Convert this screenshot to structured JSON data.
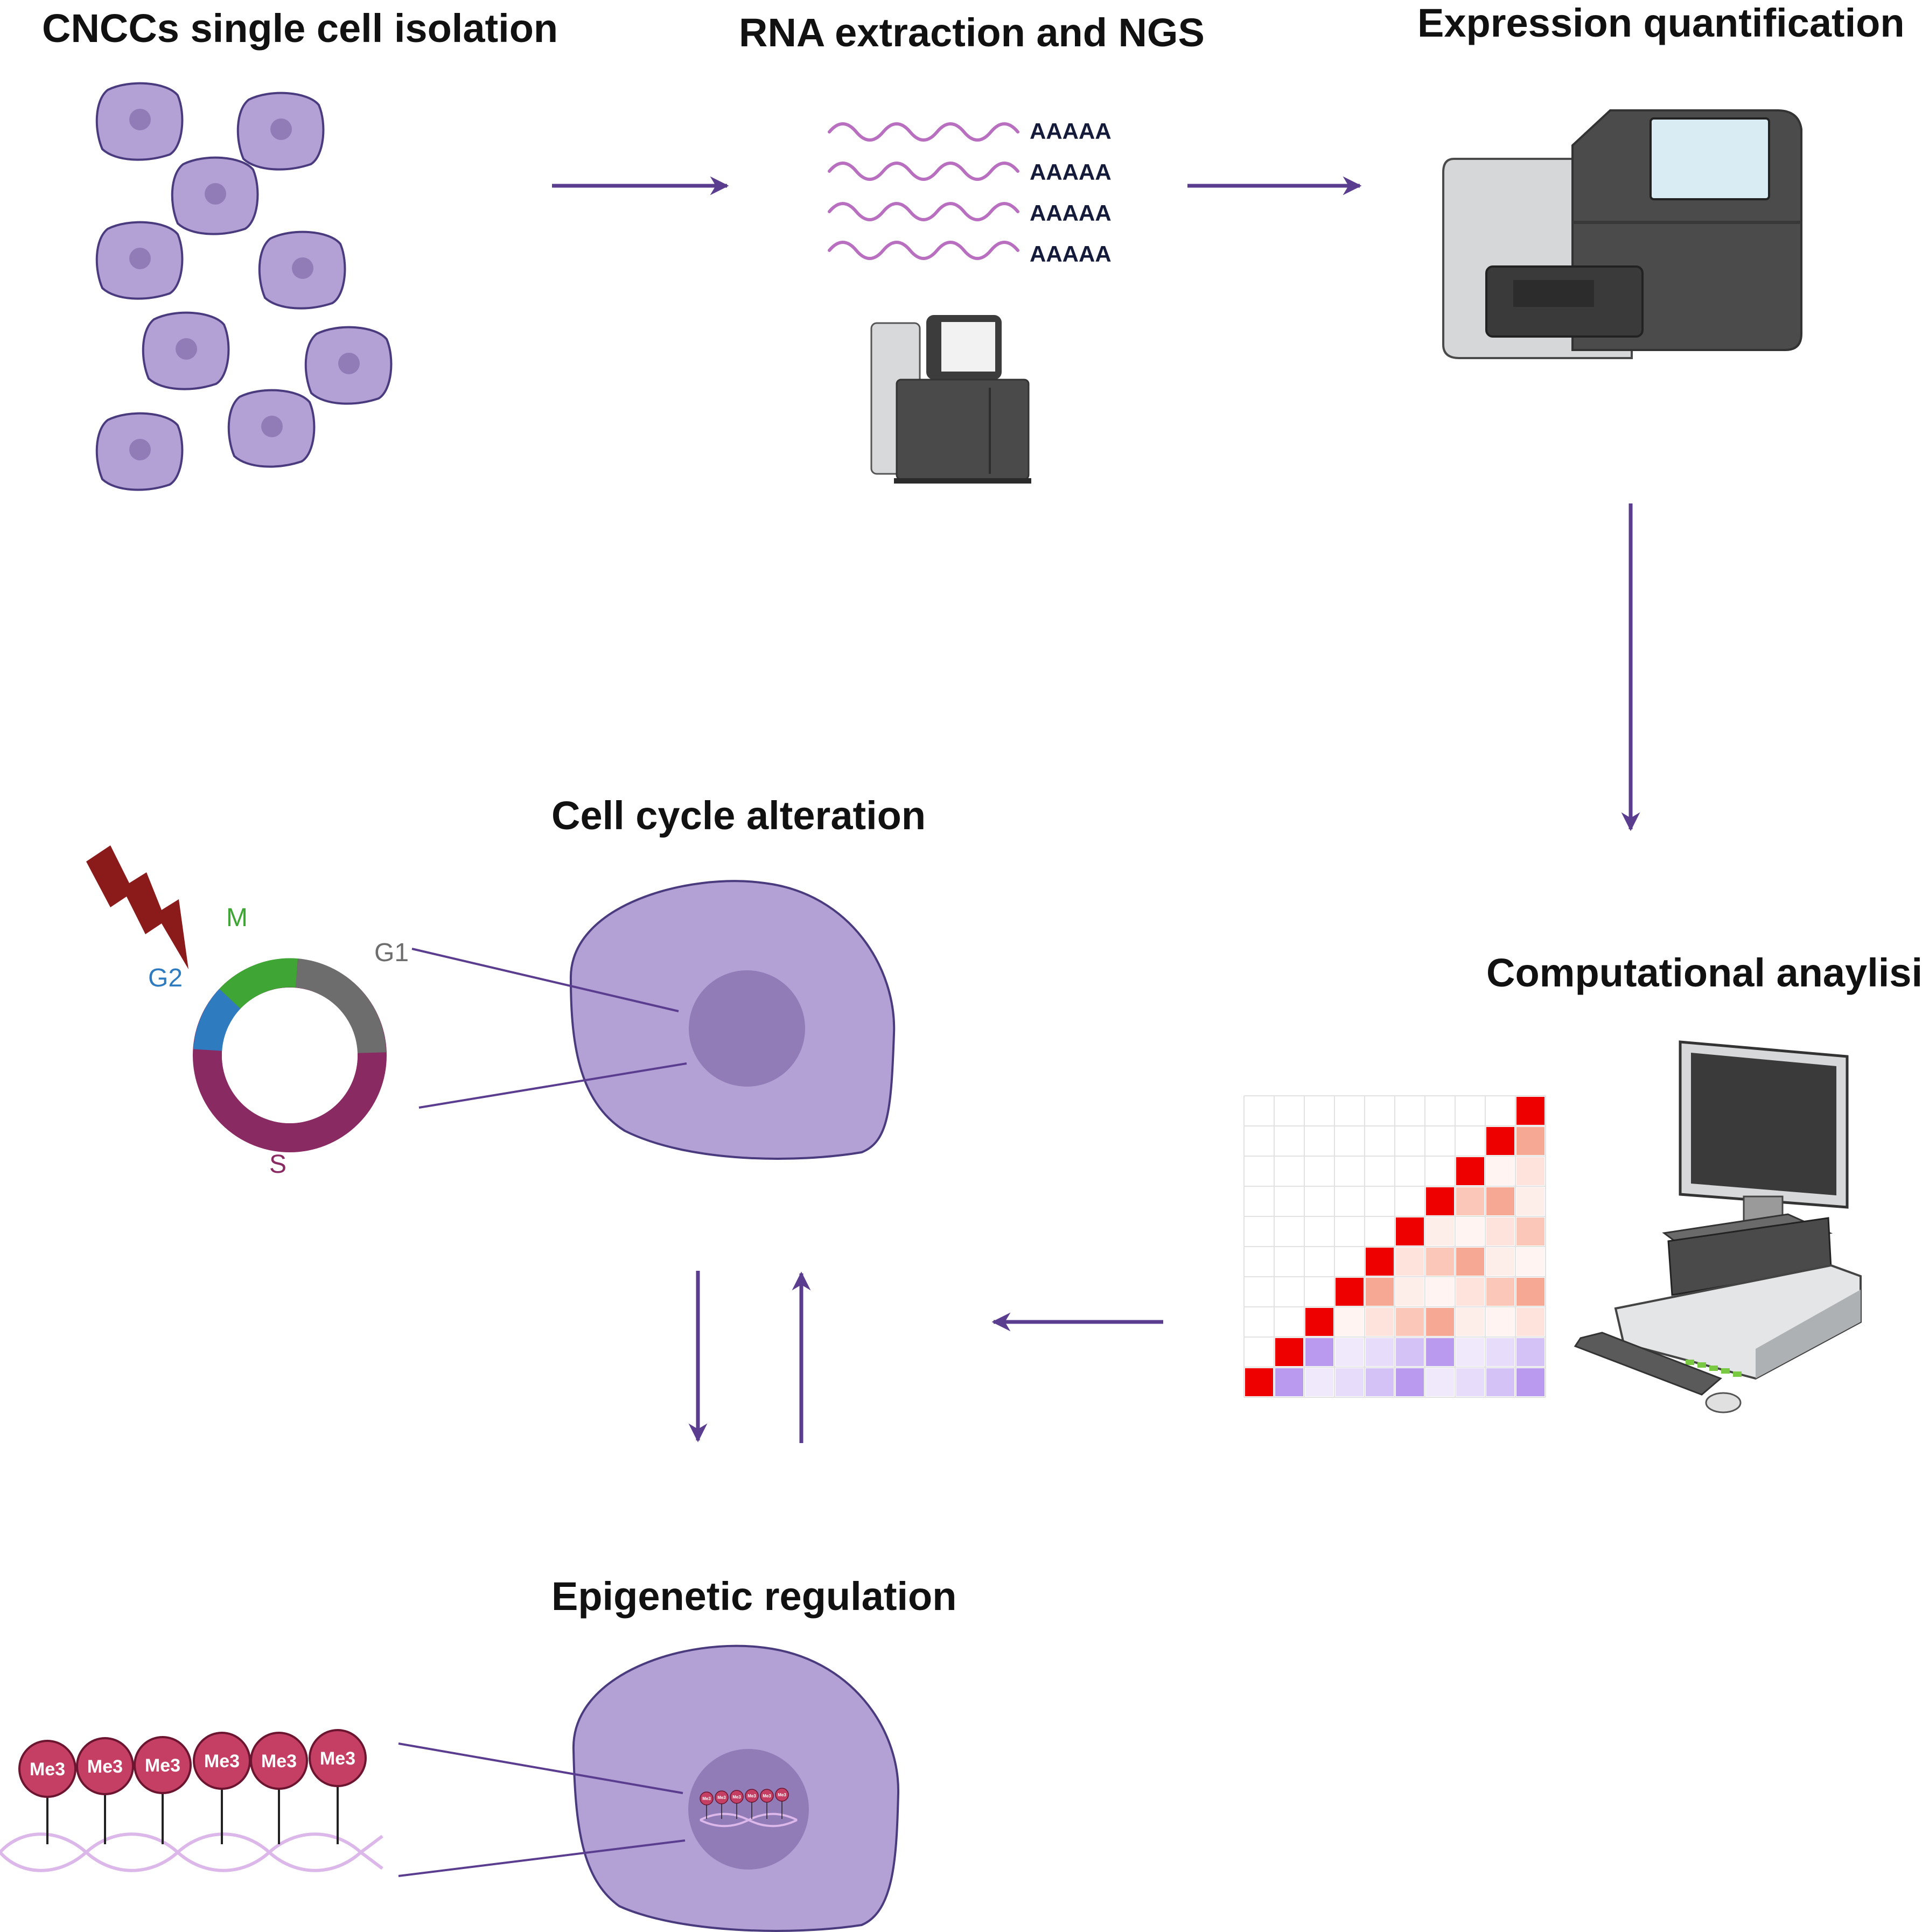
{
  "titles": {
    "isolation": "CNCCs single cell isolation",
    "rna": "RNA extraction and NGS",
    "quant": "Expression quantification",
    "computational": "Computational anaylisis",
    "cell_cycle": "Cell cycle alteration",
    "epigenetic": "Epigenetic regulation"
  },
  "rna_tails": [
    "AAAAA",
    "AAAAA",
    "AAAAA",
    "AAAAA"
  ],
  "cell_cycle_phases": [
    {
      "label": "M",
      "color": "#3fa535"
    },
    {
      "label": "G1",
      "color": "#6d6d6d"
    },
    {
      "label": "S",
      "color": "#8a2a62"
    },
    {
      "label": "G2",
      "color": "#2f7bc0"
    }
  ],
  "methyl_marks": [
    "Me3",
    "Me3",
    "Me3",
    "Me3",
    "Me3",
    "Me3"
  ],
  "icons": {
    "cells": "cell-cluster-icon",
    "sequencer": "sequencer-icon",
    "quant_machine": "qpcr-machine-icon",
    "heatmap": "correlation-heatmap-icon",
    "computer": "desktop-computer-icon",
    "lightning": "lightning-bolt-icon"
  },
  "colors": {
    "arrow": "#5b3d8f",
    "cell_fill": "#b3a1d5",
    "cell_stroke": "#4a3a7e",
    "nucleus": "#917cb8",
    "mrna": "#b86fbf",
    "me3_fill": "#c43f63",
    "lightning": "#8b1a1a",
    "dna": "#dcb7ea"
  }
}
